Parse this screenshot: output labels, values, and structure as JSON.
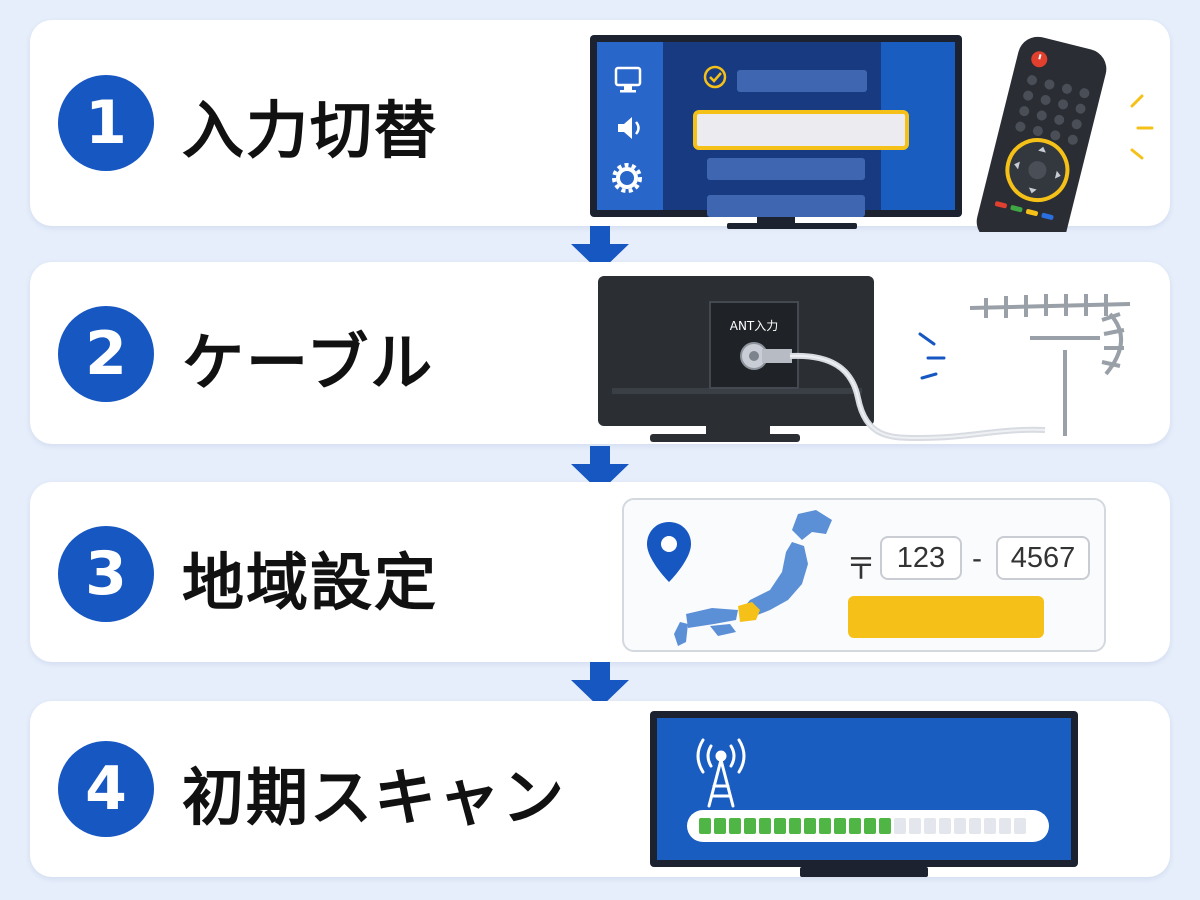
{
  "steps": [
    {
      "number": "1",
      "title": "入力切替"
    },
    {
      "number": "2",
      "title": "ケーブル"
    },
    {
      "number": "3",
      "title": "地域設定"
    },
    {
      "number": "4",
      "title": "初期スキャン"
    }
  ],
  "cable": {
    "port_label": "ANT入力"
  },
  "region": {
    "postal_mark": "〒",
    "zip_first": "123",
    "zip_separator": "-",
    "zip_second": "4567"
  },
  "scan": {
    "progress_segments_total": 22,
    "progress_segments_done": 13
  },
  "colors": {
    "accent_blue": "#1757c2",
    "highlight_yellow": "#f5c118",
    "progress_green": "#4fb544",
    "background": "#e6eefb"
  },
  "icons": [
    "monitor-icon",
    "speaker-icon",
    "gear-icon",
    "check-icon",
    "power-icon",
    "location-pin-icon",
    "broadcast-tower-icon",
    "down-arrow-icon"
  ]
}
